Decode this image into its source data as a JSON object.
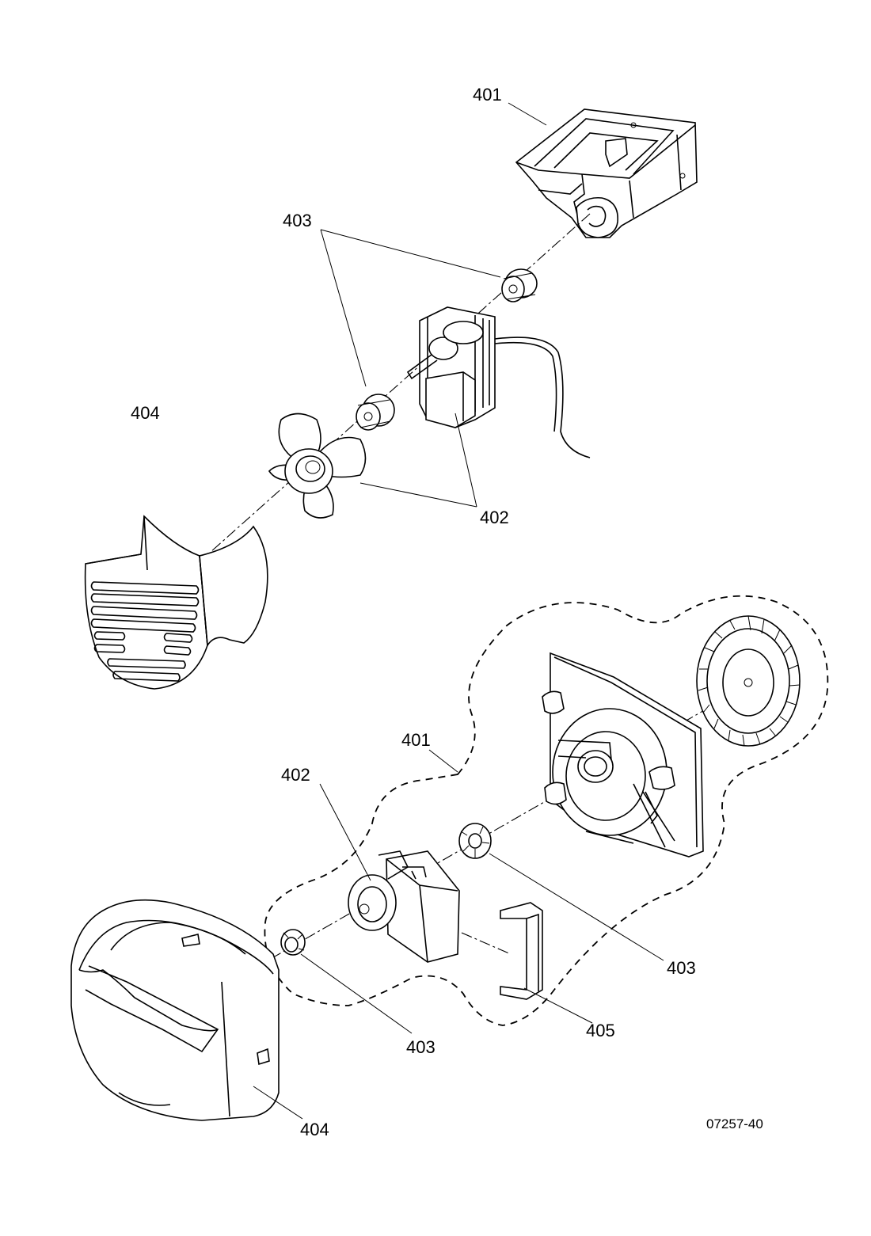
{
  "callouts": {
    "upper": {
      "bracket": "401",
      "bushings": "403",
      "fan_cover": "404",
      "motor_blade": "402"
    },
    "lower": {
      "assembly": "401",
      "motor": "402",
      "bushing_right": "403",
      "bushing_left": "403",
      "clip": "405",
      "cover": "404"
    }
  },
  "drawing_number": "07257-40"
}
